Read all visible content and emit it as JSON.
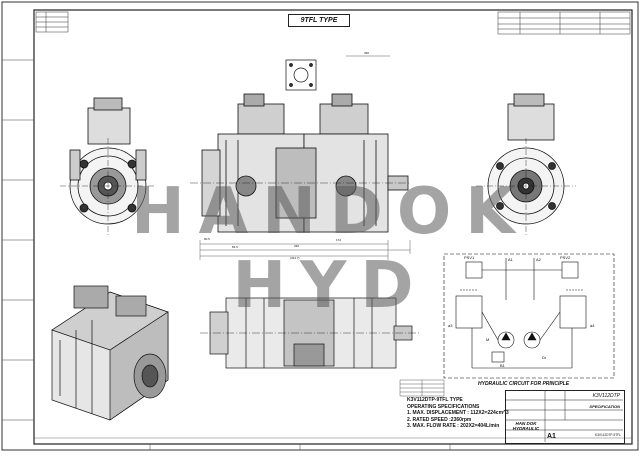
{
  "drawing": {
    "type_label": "9TFL TYPE",
    "watermark": "HANDOK HYD",
    "specs": {
      "title": "K3V112DTP-9TFL TYPE",
      "heading": "OPERATING SPECIFICATIONS",
      "items": [
        "1. MAX. DISPLACEMENT : 112X2=224cm^3",
        "2. RATED SPEED :2360rpm",
        "3. MAX. FLOW RATE : 202X2=404L/min"
      ]
    },
    "circuit_caption": "HYDRAULIC CIRCUIT FOR PRINCIPLE",
    "title_block": {
      "company_line1": "HAN DOK",
      "company_line2": "HYDRAULIC",
      "model": "K3V112DTP",
      "spec_label": "SPECIFICATION",
      "sheet": "A1",
      "drawing_no": "K3V112DTP-9TFL"
    },
    "dimensions": {
      "d1": "60.5",
      "d2": "83.5",
      "d3": "330",
      "d4": "172",
      "d5": "(344.7)",
      "d6": "390"
    },
    "circuit_labels": {
      "psv1": "PSV1",
      "psv2": "PSV2",
      "a1": "A1",
      "a2": "A2",
      "a3": "a3",
      "a4": "a4",
      "b1": "B1",
      "dr": "Dr",
      "m": "M"
    }
  }
}
